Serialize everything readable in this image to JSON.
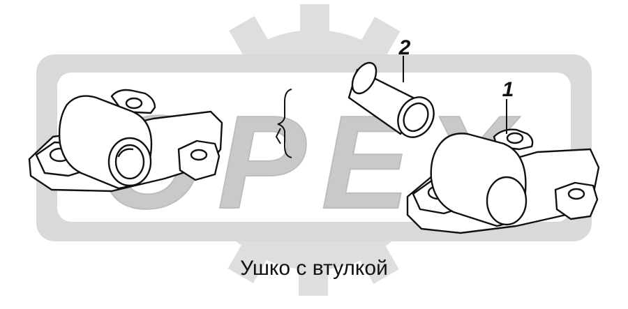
{
  "caption": "Ушко с втулкой",
  "callouts": [
    {
      "id": "part-1",
      "label": "1"
    },
    {
      "id": "part-2",
      "label": "2"
    }
  ],
  "watermark": {
    "text": "OPEX"
  },
  "colors": {
    "watermark_gray": "#dcdcdc",
    "watermark_dark": "#c6c6c6",
    "line": "#111111",
    "paper": "#ffffff"
  }
}
